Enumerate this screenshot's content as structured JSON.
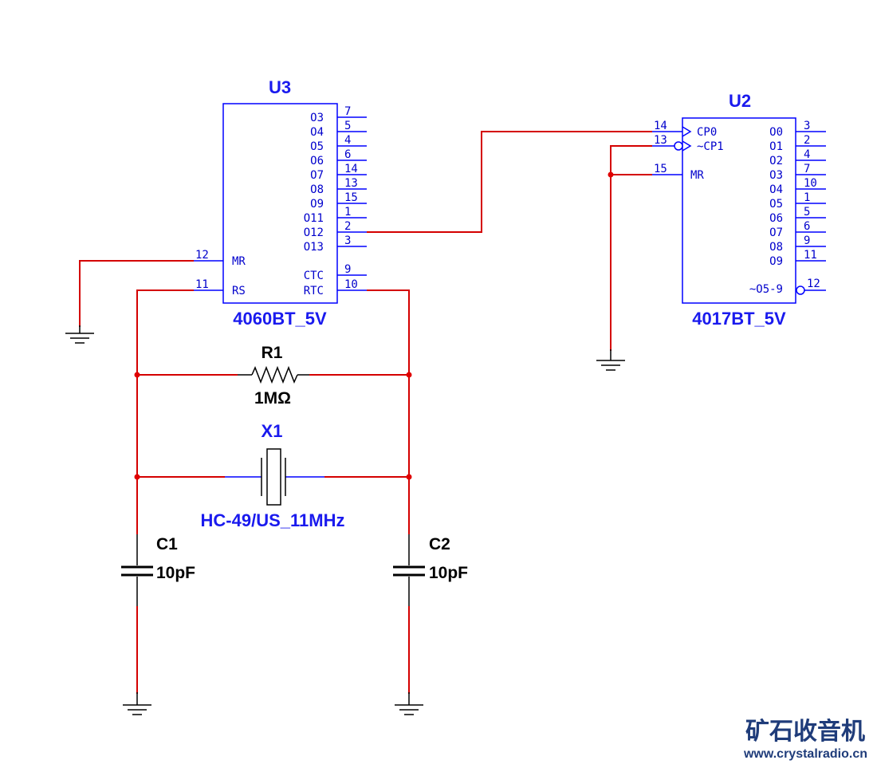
{
  "u3": {
    "ref": "U3",
    "part": "4060BT_5V",
    "outputs": [
      {
        "name": "O3",
        "pin": "7"
      },
      {
        "name": "O4",
        "pin": "5"
      },
      {
        "name": "O5",
        "pin": "4"
      },
      {
        "name": "O6",
        "pin": "6"
      },
      {
        "name": "O7",
        "pin": "14"
      },
      {
        "name": "O8",
        "pin": "13"
      },
      {
        "name": "O9",
        "pin": "15"
      },
      {
        "name": "O11",
        "pin": "1"
      },
      {
        "name": "O12",
        "pin": "2"
      },
      {
        "name": "O13",
        "pin": "3"
      }
    ],
    "ctc": {
      "name": "CTC",
      "pin": "9"
    },
    "rtc": {
      "name": "RTC",
      "pin": "10"
    },
    "mr": {
      "name": "MR",
      "pin": "12"
    },
    "rs": {
      "name": "RS",
      "pin": "11"
    }
  },
  "u2": {
    "ref": "U2",
    "part": "4017BT_5V",
    "inputs": [
      {
        "name": "CP0",
        "pin": "14"
      },
      {
        "name": "~CP1",
        "pin": "13"
      },
      {
        "name": "MR",
        "pin": "15"
      }
    ],
    "outputs": [
      {
        "name": "O0",
        "pin": "3"
      },
      {
        "name": "O1",
        "pin": "2"
      },
      {
        "name": "O2",
        "pin": "4"
      },
      {
        "name": "O3",
        "pin": "7"
      },
      {
        "name": "O4",
        "pin": "10"
      },
      {
        "name": "O5",
        "pin": "1"
      },
      {
        "name": "O6",
        "pin": "5"
      },
      {
        "name": "O7",
        "pin": "6"
      },
      {
        "name": "O8",
        "pin": "9"
      },
      {
        "name": "O9",
        "pin": "11"
      }
    ],
    "carry": {
      "name": "~O5-9",
      "pin": "12"
    }
  },
  "r1": {
    "ref": "R1",
    "value": "1MΩ"
  },
  "x1": {
    "ref": "X1",
    "value": "HC-49/US_11MHz"
  },
  "c1": {
    "ref": "C1",
    "value": "10pF"
  },
  "c2": {
    "ref": "C2",
    "value": "10pF"
  },
  "watermark": {
    "name": "矿石收音机",
    "url": "www.crystalradio.cn"
  },
  "colors": {
    "wire": "#d40000",
    "component": "#0000ff",
    "watermark": "#1f3c7a"
  }
}
